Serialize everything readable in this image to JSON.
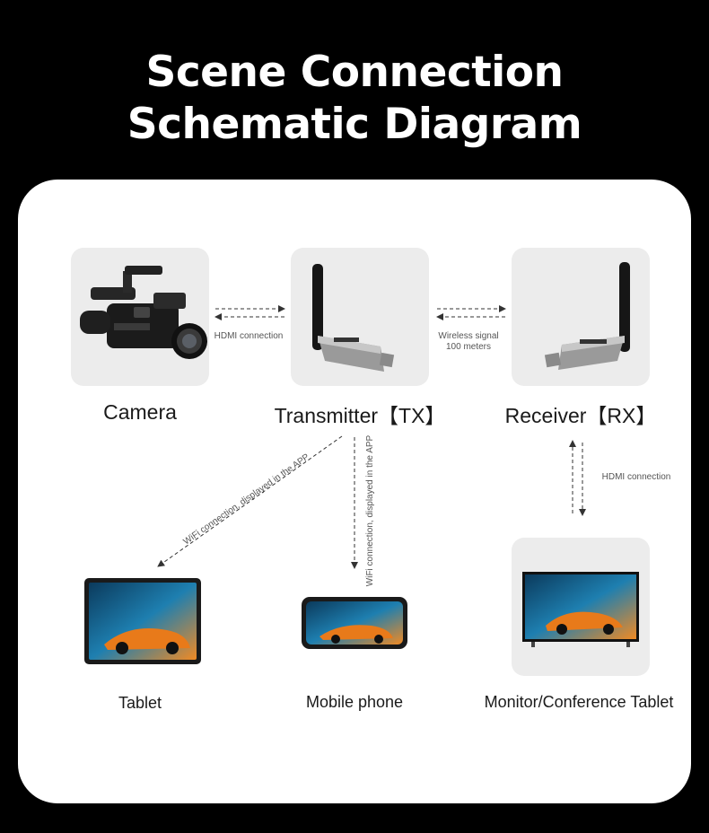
{
  "title": {
    "line1": "Scene Connection",
    "line2": "Schematic Diagram"
  },
  "devices": {
    "camera": "Camera",
    "transmitter": "Transmitter【TX】",
    "receiver": "Receiver【RX】",
    "tablet": "Tablet",
    "mobile": "Mobile phone",
    "monitor": "Monitor/Conference Tablet"
  },
  "connections": {
    "hdmi_camera_tx": "HDMI connection",
    "wireless_line1": "Wireless signal",
    "wireless_line2": "100 meters",
    "hdmi_rx_monitor": "HDMI connection",
    "wifi_tablet": "WiFi connection, displayed in the APP",
    "wifi_mobile": "WiFi connection, displayed in the APP"
  },
  "colors": {
    "background": "#000000",
    "card": "#ffffff",
    "tile": "#ececec",
    "line": "#333333"
  }
}
